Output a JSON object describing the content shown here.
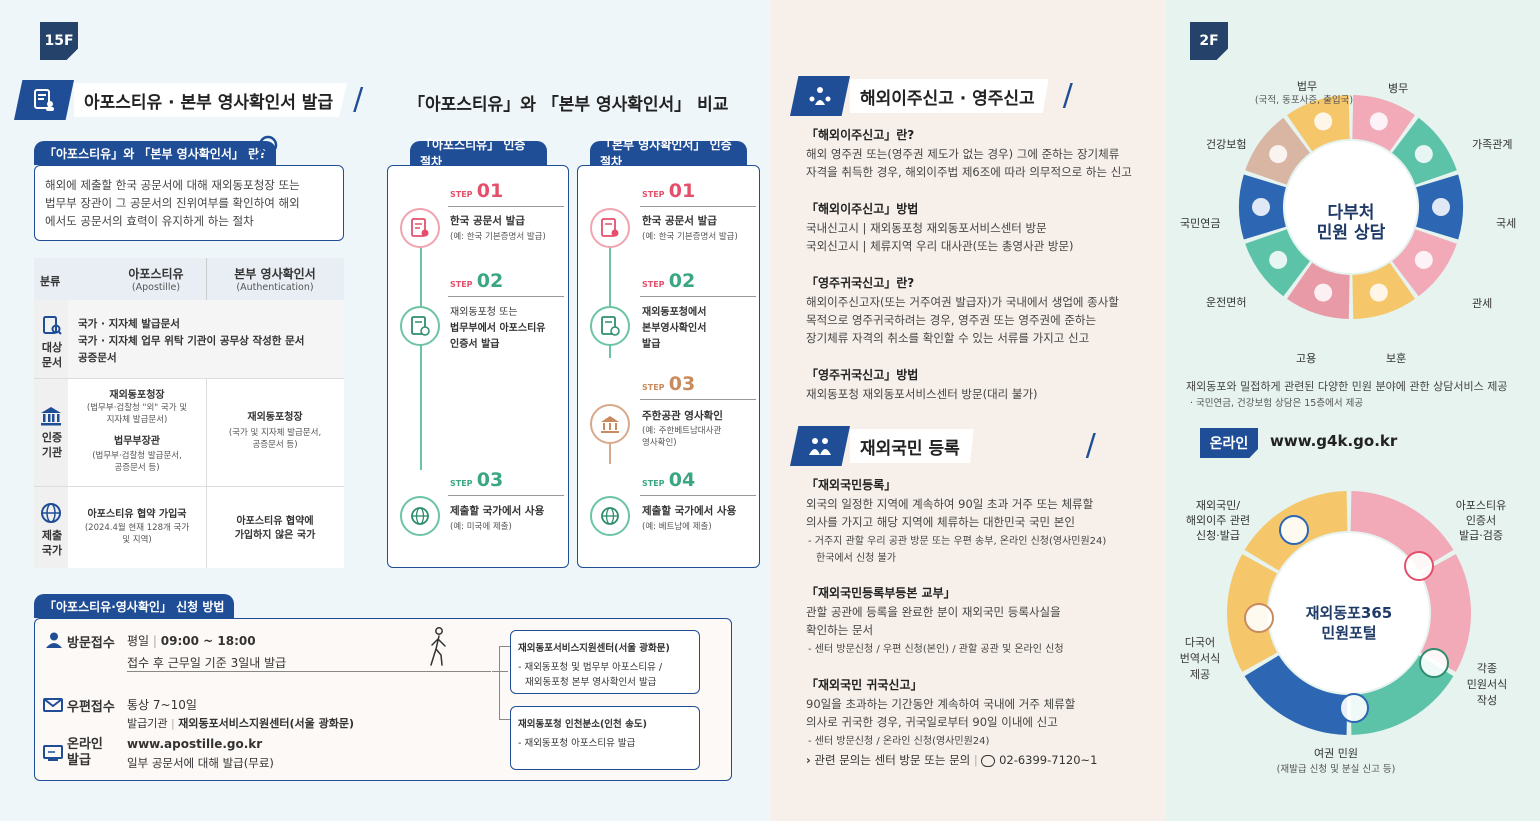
{
  "floor15": "15F",
  "floor2": "2F",
  "apostille": {
    "title": "아포스티유 · 본부 영사확인서 발급",
    "compare_title": "「아포스티유」와 「본부 영사확인서」 비교",
    "what_tab": "「아포스티유」와 「본부 영사확인서」 란?",
    "what_lines": [
      "해외에 제출할 한국 공문서에 대해 재외동포청장 또는",
      "법무부 장관이 그 공문서의 진위여부를 확인하여 해외",
      "에서도 공문서의 효력이 유지하게 하는 절차"
    ],
    "table": {
      "h_cat": "분류",
      "h_a": "아포스티유",
      "h_a_sub": "(Apostille)",
      "h_b": "본부 영사확인서",
      "h_b_sub": "(Authentication)",
      "r1_label": "대상\n문서",
      "r1_lines": [
        "국가 · 지자체 발급문서",
        "국가 · 지자체 업무 위탁 기관이 공무상 작성한 문서",
        "공증문서"
      ],
      "r2_label": "인증\n기관",
      "r2_a1": "재외동포청장",
      "r2_a1s": [
        "(법무부·검찰청 \"외\" 국가 및",
        "지자체 발급문서)"
      ],
      "r2_a2": "법무부장관",
      "r2_a2s": [
        "(법무부·검찰청 발급문서,",
        "공증문서 등)"
      ],
      "r2_b": "재외동포청장",
      "r2_bs": [
        "(국가 및 지자체 발급문서,",
        "공증문서 등)"
      ],
      "r3_label": "제출\n국가",
      "r3_a": "아포스티유 협약 가입국",
      "r3_as": [
        "(2024.4월 현재 128개 국가",
        "및 지역)"
      ],
      "r3_b": [
        "아포스티유 협약에",
        "가입하지 않은 국가"
      ]
    },
    "proc_a_tab": "「아포스티유」 인증 절차",
    "proc_b_tab": "「본부 영사확인서」 인증 절차",
    "step_word": "STEP",
    "a_steps": [
      {
        "n": "01",
        "t1": "한국 공문서 발급",
        "t2": "",
        "t3": "(예: 한국 기본증명서 발급)"
      },
      {
        "n": "02",
        "t1": "재외동포청 또는",
        "t2": "법무부에서 아포스티유",
        "t3": "인증서 발급"
      },
      {
        "n": "03",
        "t1": "제출할 국가에서 사용",
        "t2": "",
        "t3": "(예: 미국에 제출)"
      }
    ],
    "b_steps": [
      {
        "n": "01",
        "t1": "한국 공문서 발급",
        "t2": "",
        "t3": "(예: 한국 기본증명서 발급)"
      },
      {
        "n": "02",
        "t1": "재외동포청에서",
        "t2": "본부영사확인서",
        "t3": "발급"
      },
      {
        "n": "03",
        "t1": "주한공관 영사확인",
        "t2": "(예: 주한베트남대사관",
        "t3": "영사확인)"
      },
      {
        "n": "04",
        "t1": "제출할 국가에서 사용",
        "t2": "",
        "t3": "(예: 베트남에 제출)"
      }
    ],
    "apply_tab": "「아포스티유·영사확인」 신청 방법",
    "visit_label": "방문접수",
    "visit_l1a": "평일",
    "visit_l1b": "09:00 ~ 18:00",
    "visit_l2": "접수 후 근무일 기준 3일내 발급",
    "mail_label": "우편접수",
    "mail_l1": "통상 7~10일",
    "mail_l2a": "발급기관",
    "mail_l2b": "재외동포서비스지원센터(서울 광화문)",
    "online_label": "온라인\n발급",
    "online_l1": "www.apostille.go.kr",
    "online_l2": "일부 공문서에 대해 발급(무료)",
    "center1_title": "재외동포서비스지원센터(서울 광화문)",
    "center1_l1": "- 재외동포청 및 법무부 아포스티유 /",
    "center1_l2": "재외동포청 본부 영사확인서 발급",
    "center2_title": "재외동포청 인천분소(인천 송도)",
    "center2_l1": "- 재외동포청 아포스티유 발급"
  },
  "emig": {
    "title": "해외이주신고 · 영주신고",
    "q1": "「해외이주신고」란?",
    "q1_l1": "해외 영주권 또는(영주권 제도가 없는 경우) 그에 준하는 장기체류",
    "q1_l2": "자격을 취득한 경우, 해외이주법 제6조에 따라 의무적으로 하는 신고",
    "q2": "「해외이주신고」방법",
    "q2_l1": "국내신고시 | 재외동포청 재외동포서비스센터 방문",
    "q2_l2": "국외신고시 | 체류지역 우리 대사관(또는 총영사관 방문)",
    "q3": "「영주귀국신고」란?",
    "q3_l1": "해외이주신고자(또는 거주여권 발급자)가 국내에서 생업에 종사할",
    "q3_l2": "목적으로 영주귀국하려는 경우, 영주권 또는 영주권에 준하는",
    "q3_l3": "장기체류 자격의 취소를 확인할 수 있는 서류를 가지고 신고",
    "q4": "「영주귀국신고」방법",
    "q4_l1": "재외동포청 재외동포서비스센터 방문(대리 불가)"
  },
  "reg": {
    "title": "재외국민 등록",
    "q1": "「재외국민등록」",
    "q1_l1": "외국의 일정한 지역에 계속하여 90일 초과 거주 또는 체류할",
    "q1_l2": "의사를 가지고 해당 지역에 체류하는 대한민국 국민 본인",
    "q1_l3": "- 거주지 관할 우리 공관 방문 또는 우편 송부, 온라인 신청(영사민원24)",
    "q1_l4": "한국에서 신청 불가",
    "q2": "「재외국민등록부등본 교부」",
    "q2_l1": "관할 공관에 등록을 완료한 분이 재외국민 등록사실을",
    "q2_l2": "확인하는 문서",
    "q2_l3": "- 센터 방문신청 / 우편 신청(본인) / 관할 공관 및 온라인 신청",
    "q3": "「재외국민 귀국신고」",
    "q3_l1": "90일을 초과하는 기간동안 계속하여 국내에 거주 체류할",
    "q3_l2": "의사로 귀국한 경우, 귀국일로부터 90일 이내에 신고",
    "q3_l3": "- 센터 방문신청 / 온라인 신청(영사민원24)",
    "contact_a": "관련 문의는 센터 방문 또는 문의",
    "contact_b": "02-6399-7120~1"
  },
  "multi": {
    "center_l1": "다부처",
    "center_l2": "민원 상담",
    "labels": {
      "justice": "법무",
      "justice_sub": "(국적, 동포사증, 출입국)",
      "mil": "병무",
      "family": "가족관계",
      "tax": "국세",
      "customs": "관세",
      "vet": "보훈",
      "employ": "고용",
      "drive": "운전면허",
      "pension": "국민연금",
      "health": "건강보험"
    },
    "desc_l1": "재외동포와 밀접하게 관련된 다양한 민원 분야에 관한 상담서비스 제공",
    "desc_l2": "· 국민연금, 건강보험 상담은 15층에서 제공",
    "colors": [
      "#f5c76a",
      "#f2a9b8",
      "#5cc3a8",
      "#2d66b3",
      "#f2a9b8",
      "#f5c76a",
      "#e89aa6",
      "#5cc3a8",
      "#2d66b3",
      "#d9b6a4"
    ]
  },
  "online": {
    "badge": "온라인",
    "url": "www.g4k.go.kr",
    "center_l1": "재외동포365",
    "center_l2": "민원포털",
    "l_tl1": "재외국민/",
    "l_tl2": "해외이주 관련",
    "l_tl3": "신청·발급",
    "l_tr1": "아포스티유",
    "l_tr2": "인증서",
    "l_tr3": "발급·검증",
    "l_r1": "각종",
    "l_r2": "민원서식",
    "l_r3": "작성",
    "l_b1": "여권 민원",
    "l_b2": "(재발급 신청 및 분실 신고 등)",
    "l_l1": "다국어",
    "l_l2": "번역서식",
    "l_l3": "제공"
  }
}
